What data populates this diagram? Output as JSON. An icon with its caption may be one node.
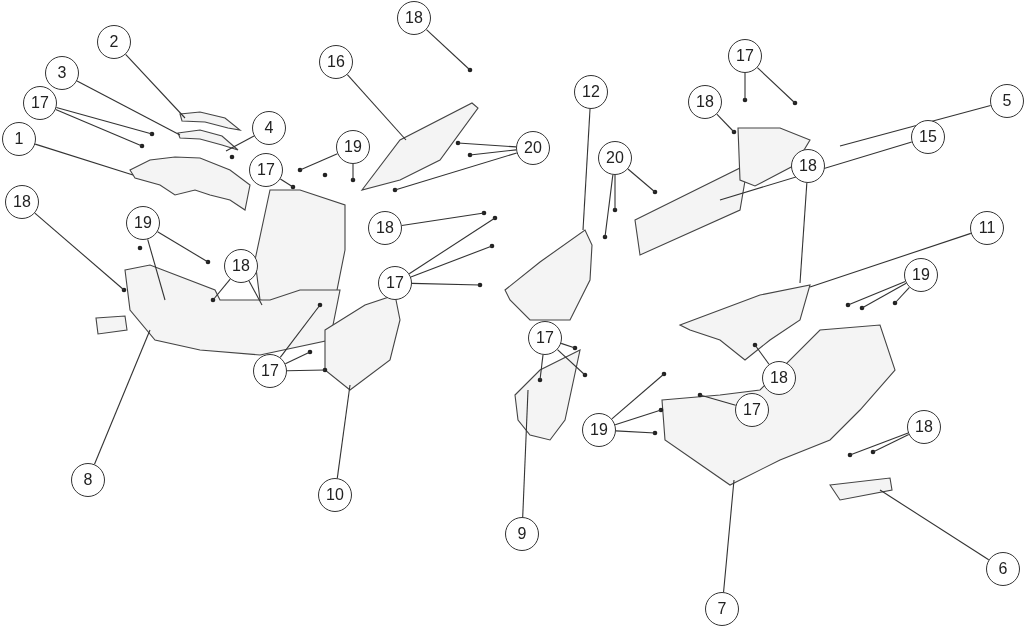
{
  "diagram": {
    "nodes": [
      {
        "text": [
          "2"
        ]
      },
      {
        "text": [
          "3"
        ]
      },
      {
        "text": [
          "17"
        ]
      },
      {
        "text": [
          "1"
        ]
      },
      {
        "text": [
          "4"
        ]
      },
      {
        "text": [
          "17"
        ]
      },
      {
        "text": [
          "18"
        ]
      },
      {
        "text": [
          "19"
        ]
      },
      {
        "text": [
          "18"
        ]
      },
      {
        "text": [
          "16"
        ]
      },
      {
        "text": [
          "18"
        ]
      },
      {
        "text": [
          "19"
        ]
      },
      {
        "text": [
          "20"
        ]
      },
      {
        "text": [
          "18"
        ]
      },
      {
        "text": [
          "17"
        ]
      },
      {
        "text": [
          "12"
        ]
      },
      {
        "text": [
          "20"
        ]
      },
      {
        "text": [
          "18"
        ]
      },
      {
        "text": [
          "17"
        ]
      },
      {
        "text": [
          "5"
        ]
      },
      {
        "text": [
          "15"
        ]
      },
      {
        "text": [
          "18"
        ]
      },
      {
        "text": [
          "11"
        ]
      },
      {
        "text": [
          "19"
        ]
      },
      {
        "text": [
          "17"
        ]
      },
      {
        "text": [
          "19"
        ]
      },
      {
        "text": [
          "18"
        ]
      },
      {
        "text": [
          "17"
        ]
      },
      {
        "text": [
          "18"
        ]
      },
      {
        "text": [
          "6"
        ]
      },
      {
        "text": [
          "7"
        ]
      },
      {
        "text": [
          "9"
        ]
      },
      {
        "text": [
          "10"
        ]
      },
      {
        "text": [
          "8"
        ]
      },
      {
        "text": [
          "17"
        ]
      }
    ],
    "edges": [
      {
        "from": 0,
        "to": null,
        "arrow": "none"
      },
      {
        "from": 1,
        "to": null,
        "arrow": "none"
      },
      {
        "from": 2,
        "to": null,
        "arrow": "none"
      },
      {
        "from": 2,
        "to": null,
        "arrow": "none"
      },
      {
        "from": 3,
        "to": null,
        "arrow": "none"
      },
      {
        "from": 4,
        "to": null,
        "arrow": "none"
      },
      {
        "from": 5,
        "to": null,
        "arrow": "none"
      },
      {
        "from": 6,
        "to": null,
        "arrow": "none"
      },
      {
        "from": 7,
        "to": null,
        "arrow": "none"
      },
      {
        "from": 7,
        "to": null,
        "arrow": "none"
      },
      {
        "from": 8,
        "to": null,
        "arrow": "none"
      },
      {
        "from": 8,
        "to": null,
        "arrow": "none"
      },
      {
        "from": 9,
        "to": null,
        "arrow": "none"
      },
      {
        "from": 10,
        "to": null,
        "arrow": "none"
      },
      {
        "from": 11,
        "to": null,
        "arrow": "none"
      },
      {
        "from": 11,
        "to": null,
        "arrow": "none"
      },
      {
        "from": 12,
        "to": null,
        "arrow": "none"
      },
      {
        "from": 12,
        "to": null,
        "arrow": "none"
      },
      {
        "from": 12,
        "to": null,
        "arrow": "none"
      },
      {
        "from": 13,
        "to": null,
        "arrow": "none"
      },
      {
        "from": 14,
        "to": null,
        "arrow": "none"
      },
      {
        "from": 14,
        "to": null,
        "arrow": "none"
      },
      {
        "from": 14,
        "to": null,
        "arrow": "none"
      },
      {
        "from": 15,
        "to": null,
        "arrow": "none"
      },
      {
        "from": 16,
        "to": null,
        "arrow": "none"
      },
      {
        "from": 16,
        "to": null,
        "arrow": "none"
      },
      {
        "from": 16,
        "to": null,
        "arrow": "none"
      },
      {
        "from": 17,
        "to": null,
        "arrow": "none"
      },
      {
        "from": 18,
        "to": null,
        "arrow": "none"
      },
      {
        "from": 18,
        "to": null,
        "arrow": "none"
      },
      {
        "from": 19,
        "to": null,
        "arrow": "none"
      },
      {
        "from": 20,
        "to": null,
        "arrow": "none"
      },
      {
        "from": 21,
        "to": null,
        "arrow": "none"
      },
      {
        "from": 22,
        "to": null,
        "arrow": "none"
      },
      {
        "from": 23,
        "to": null,
        "arrow": "none"
      },
      {
        "from": 23,
        "to": null,
        "arrow": "none"
      },
      {
        "from": 23,
        "to": null,
        "arrow": "none"
      },
      {
        "from": 24,
        "to": null,
        "arrow": "none"
      },
      {
        "from": 24,
        "to": null,
        "arrow": "none"
      },
      {
        "from": 24,
        "to": null,
        "arrow": "none"
      },
      {
        "from": 25,
        "to": null,
        "arrow": "none"
      },
      {
        "from": 25,
        "to": null,
        "arrow": "none"
      },
      {
        "from": 25,
        "to": null,
        "arrow": "none"
      },
      {
        "from": 26,
        "to": null,
        "arrow": "none"
      },
      {
        "from": 27,
        "to": null,
        "arrow": "none"
      },
      {
        "from": 28,
        "to": null,
        "arrow": "none"
      },
      {
        "from": 28,
        "to": null,
        "arrow": "none"
      },
      {
        "from": 29,
        "to": null,
        "arrow": "none"
      },
      {
        "from": 30,
        "to": null,
        "arrow": "none"
      },
      {
        "from": 31,
        "to": null,
        "arrow": "none"
      },
      {
        "from": 32,
        "to": null,
        "arrow": "none"
      },
      {
        "from": 33,
        "to": null,
        "arrow": "none"
      },
      {
        "from": 34,
        "to": null,
        "arrow": "none"
      },
      {
        "from": 34,
        "to": null,
        "arrow": "none"
      },
      {
        "from": 34,
        "to": null,
        "arrow": "none"
      }
    ]
  }
}
